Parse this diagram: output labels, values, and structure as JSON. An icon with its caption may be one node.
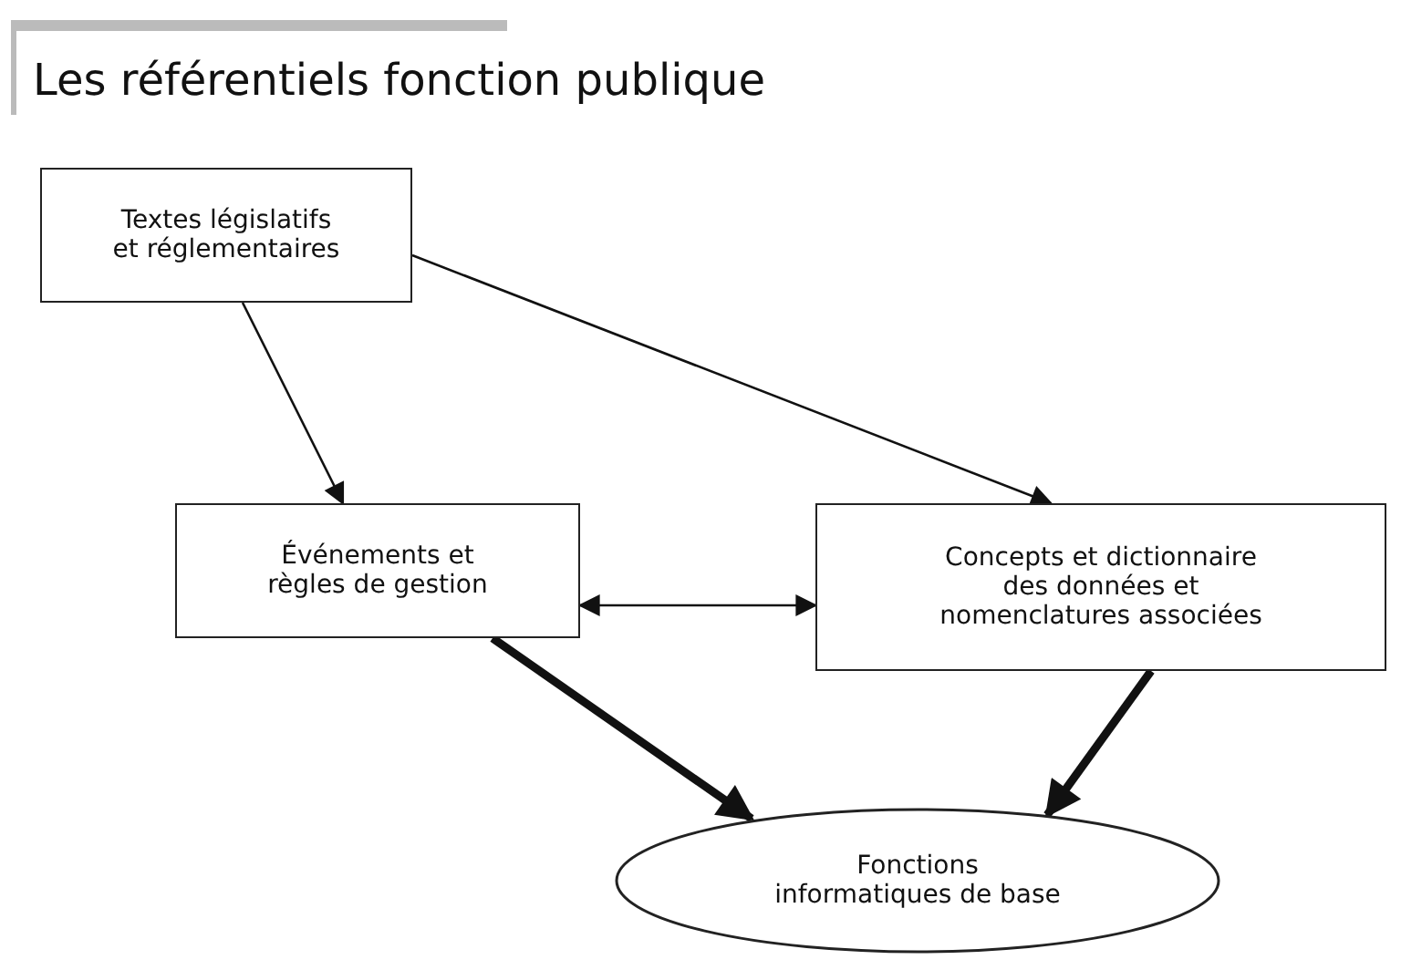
{
  "diagram": {
    "title": "Les référentiels fonction publique",
    "nodes": [
      {
        "text": [
          "Textes législatifs et réglementaires"
        ]
      },
      {
        "text": [
          "Événements et règles de gestion"
        ]
      },
      {
        "text": [
          "Concepts et dictionnaire des données et nomenclatures associées"
        ]
      },
      {
        "text": [
          "Fonctions informatiques de base"
        ]
      }
    ],
    "edges": [
      {
        "from": 0,
        "to": 1,
        "arrow": "to"
      },
      {
        "from": 0,
        "to": 2,
        "arrow": "to"
      },
      {
        "from": 1,
        "to": 2,
        "arrow": "both"
      },
      {
        "from": 1,
        "to": 3,
        "arrow": "to",
        "style": "thick"
      },
      {
        "from": 2,
        "to": 3,
        "arrow": "to",
        "style": "thick"
      }
    ]
  }
}
